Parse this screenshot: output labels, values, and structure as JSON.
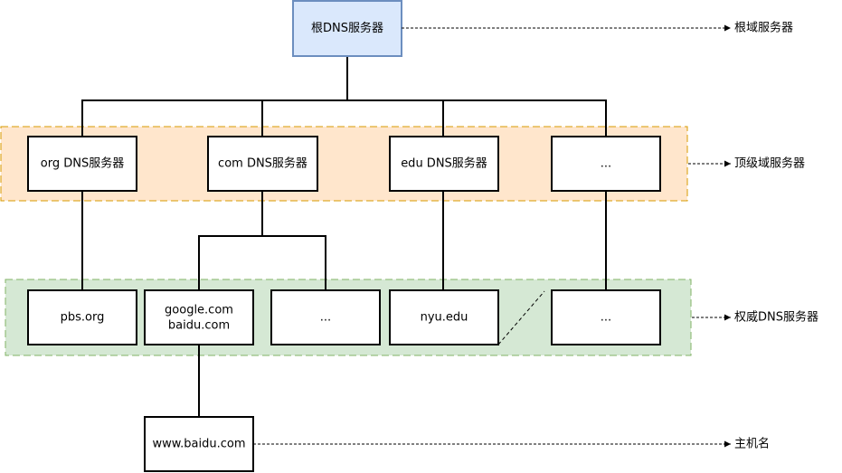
{
  "root": {
    "label": "根DNS服务器"
  },
  "tld": [
    {
      "label": "org DNS服务器"
    },
    {
      "label": "com DNS服务器"
    },
    {
      "label": "edu DNS服务器"
    },
    {
      "label": "..."
    }
  ],
  "authoritative": [
    {
      "lines": [
        "pbs.org"
      ]
    },
    {
      "lines": [
        "google.com",
        "baidu.com"
      ]
    },
    {
      "lines": [
        "..."
      ]
    },
    {
      "lines": [
        "nyu.edu"
      ]
    },
    {
      "lines": [
        "..."
      ]
    }
  ],
  "host": {
    "label": "www.baidu.com"
  },
  "level_labels": {
    "root": "根域服务器",
    "tld": "顶级域服务器",
    "authoritative": "权威DNS服务器",
    "host": "主机名"
  },
  "colors": {
    "root_fill": "#dae8fc",
    "root_stroke": "#6c8ebf",
    "tld_band_fill": "#ffe6cc",
    "tld_band_stroke": "#d79b00",
    "auth_band_fill": "#d5e8d4",
    "auth_band_stroke": "#82b366"
  }
}
